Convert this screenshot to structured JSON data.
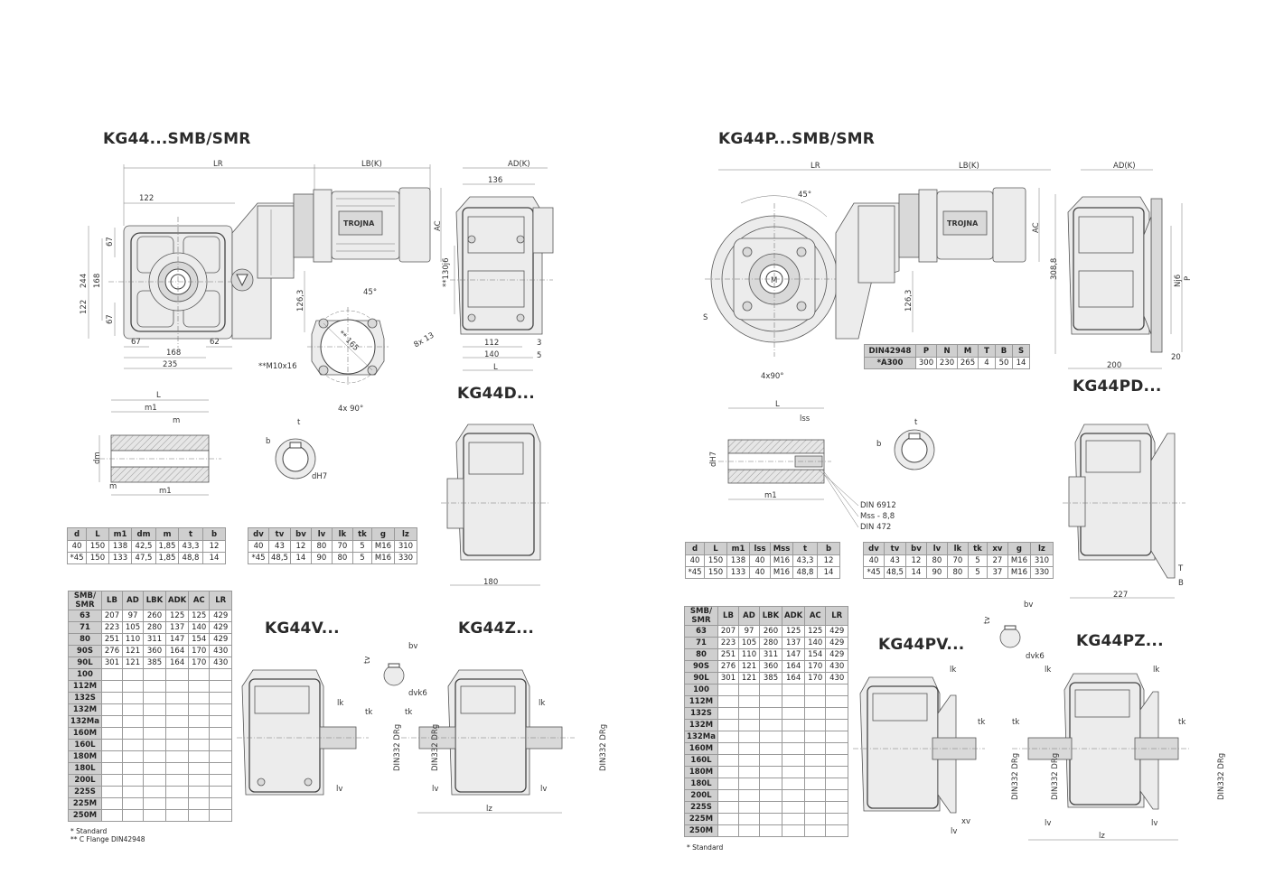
{
  "titles": {
    "kg44": "KG44...SMB/SMR",
    "kg44p": "KG44P...SMB/SMR",
    "kg44d": "KG44D...",
    "kg44pd": "KG44PD...",
    "kg44v": "KG44V...",
    "kg44z": "KG44Z...",
    "kg44pv": "KG44PV...",
    "kg44pz": "KG44PZ..."
  },
  "brand": "TROJNA",
  "left_dims": {
    "LR": "LR",
    "LBK": "LB(K)",
    "ADK": "AD(K)",
    "AC": "AC",
    "d136": "136",
    "d122": "122",
    "d67a": "67",
    "d67b": "67",
    "d244": "244",
    "d168v": "168",
    "d122v": "122",
    "d67c": "67",
    "d168h": "168",
    "d62": "62",
    "d235": "235",
    "d126_3": "126,3",
    "d130j6": "**130j6",
    "d45": "45°",
    "d165": "** 165",
    "m10": "**M10x16",
    "d4x90": "4x 90°",
    "d8x13": "8x 13",
    "d112": "112",
    "d140": "140",
    "dL": "L",
    "d3": "3",
    "d5": "5",
    "d180": "180"
  },
  "right_dims": {
    "LR": "LR",
    "LBK": "LB(K)",
    "ADK": "AD(K)",
    "AC": "AC",
    "d45": "45°",
    "d126_3": "126,3",
    "d308_8": "308,8",
    "dS": "S",
    "dM": "M",
    "dNj6": "Nj6",
    "dP": "P",
    "d4x90": "4x90°",
    "d200": "200",
    "d20": "20",
    "d227": "227",
    "dT": "T",
    "dB": "B"
  },
  "shaft_left": {
    "L": "L",
    "m1": "m1",
    "m": "m",
    "dm": "dm",
    "m1b": "m1",
    "mb": "m",
    "t": "t",
    "b": "b",
    "dH7": "dH7"
  },
  "shaft_right": {
    "L": "L",
    "lss": "lss",
    "dH7": "dH7",
    "m1": "m1",
    "t": "t",
    "b": "b",
    "din6912": "DIN 6912",
    "mss": "Mss - 8,8",
    "din472": "DIN 472"
  },
  "out_left": {
    "tv": "tv",
    "bv": "bv",
    "dvk6": "dvk6",
    "lk": "lk",
    "tk": "tk",
    "lv": "lv",
    "lz": "lz",
    "din": "DIN332 DRg"
  },
  "out_right": {
    "tv": "tv",
    "bv": "bv",
    "dvk6": "dvk6",
    "lk": "lk",
    "tk": "tk",
    "lv": "lv",
    "xv": "xv",
    "lz": "lz",
    "din": "DIN332 DRg"
  },
  "table_left_shaft": {
    "headers": [
      "d",
      "L",
      "m1",
      "dm",
      "m",
      "t",
      "b"
    ],
    "rows": [
      [
        "40",
        "150",
        "138",
        "42,5",
        "1,85",
        "43,3",
        "12"
      ],
      [
        "*45",
        "150",
        "133",
        "47,5",
        "1,85",
        "48,8",
        "14"
      ]
    ]
  },
  "table_left_out": {
    "headers": [
      "dv",
      "tv",
      "bv",
      "lv",
      "lk",
      "tk",
      "g",
      "lz"
    ],
    "rows": [
      [
        "40",
        "43",
        "12",
        "80",
        "70",
        "5",
        "M16",
        "310"
      ],
      [
        "*45",
        "48,5",
        "14",
        "90",
        "80",
        "5",
        "M16",
        "330"
      ]
    ]
  },
  "table_right_shaft": {
    "headers": [
      "d",
      "L",
      "m1",
      "lss",
      "Mss",
      "t",
      "b"
    ],
    "rows": [
      [
        "40",
        "150",
        "138",
        "40",
        "M16",
        "43,3",
        "12"
      ],
      [
        "*45",
        "150",
        "133",
        "40",
        "M16",
        "48,8",
        "14"
      ]
    ]
  },
  "table_right_out": {
    "headers": [
      "dv",
      "tv",
      "bv",
      "lv",
      "lk",
      "tk",
      "xv",
      "g",
      "lz"
    ],
    "rows": [
      [
        "40",
        "43",
        "12",
        "80",
        "70",
        "5",
        "27",
        "M16",
        "310"
      ],
      [
        "*45",
        "48,5",
        "14",
        "90",
        "80",
        "5",
        "37",
        "M16",
        "330"
      ]
    ]
  },
  "table_flange": {
    "headers": [
      "DIN42948",
      "P",
      "N",
      "M",
      "T",
      "B",
      "S"
    ],
    "rows": [
      [
        "*A300",
        "300",
        "230",
        "265",
        "4",
        "50",
        "14"
      ]
    ]
  },
  "table_motor": {
    "headers": [
      "SMB/\nSMR",
      "LB",
      "AD",
      "LBK",
      "ADK",
      "AC",
      "LR"
    ],
    "rows": [
      [
        "63",
        "207",
        "97",
        "260",
        "125",
        "125",
        "429"
      ],
      [
        "71",
        "223",
        "105",
        "280",
        "137",
        "140",
        "429"
      ],
      [
        "80",
        "251",
        "110",
        "311",
        "147",
        "154",
        "429"
      ],
      [
        "90S",
        "276",
        "121",
        "360",
        "164",
        "170",
        "430"
      ],
      [
        "90L",
        "301",
        "121",
        "385",
        "164",
        "170",
        "430"
      ],
      [
        "100",
        "",
        "",
        "",
        "",
        "",
        ""
      ],
      [
        "112M",
        "",
        "",
        "",
        "",
        "",
        ""
      ],
      [
        "132S",
        "",
        "",
        "",
        "",
        "",
        ""
      ],
      [
        "132M",
        "",
        "",
        "",
        "",
        "",
        ""
      ],
      [
        "132Ma",
        "",
        "",
        "",
        "",
        "",
        ""
      ],
      [
        "160M",
        "",
        "",
        "",
        "",
        "",
        ""
      ],
      [
        "160L",
        "",
        "",
        "",
        "",
        "",
        ""
      ],
      [
        "180M",
        "",
        "",
        "",
        "",
        "",
        ""
      ],
      [
        "180L",
        "",
        "",
        "",
        "",
        "",
        ""
      ],
      [
        "200L",
        "",
        "",
        "",
        "",
        "",
        ""
      ],
      [
        "225S",
        "",
        "",
        "",
        "",
        "",
        ""
      ],
      [
        "225M",
        "",
        "",
        "",
        "",
        "",
        ""
      ],
      [
        "250M",
        "",
        "",
        "",
        "",
        "",
        ""
      ]
    ]
  },
  "notes_left": [
    "* Standard",
    "** C Flange DIN42948"
  ],
  "notes_right": [
    "* Standard"
  ]
}
